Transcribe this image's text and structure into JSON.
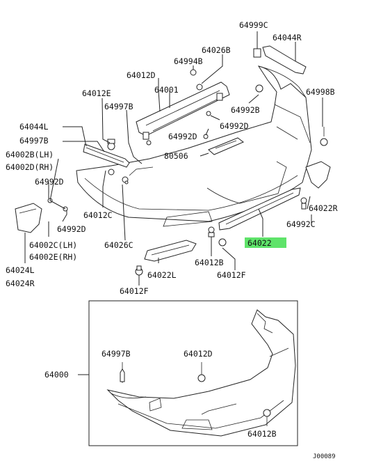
{
  "diagram": {
    "labels": {
      "l64999C": "64999C",
      "l64044R": "64044R",
      "l64026B": "64026B",
      "l64994B": "64994B",
      "l64012D_top": "64012D",
      "l64001": "64001",
      "l64012E": "64012E",
      "l64997B_top": "64997B",
      "l64998B": "64998B",
      "l64992B": "64992B",
      "l64992D_mid": "64992D",
      "l64992D_c": "64992D",
      "l64044L": "64044L",
      "l64997B_left": "64997B",
      "l64002B": "64002B(LH)",
      "l64002D": "64002D(RH)",
      "l80506": "80506",
      "l64992D_left": "64992D",
      "l64012C": "64012C",
      "l64992D_low": "64992D",
      "l64022R": "64022R",
      "l64992C": "64992C",
      "l64022": "64022",
      "l64002C": "64002C(LH)",
      "l64002E": "64002E(RH)",
      "l64026C": "64026C",
      "l64024L": "64024L",
      "l64024R": "64024R",
      "l64022L": "64022L",
      "l64012B_top": "64012B",
      "l64012F_r": "64012F",
      "l64012F_l": "64012F",
      "l64000": "64000",
      "l64997B_box": "64997B",
      "l64012D_box": "64012D",
      "l64012B_box": "64012B",
      "l_code": "J00089"
    },
    "colors": {
      "highlight": "#5fe36a",
      "line": "#222222"
    }
  }
}
